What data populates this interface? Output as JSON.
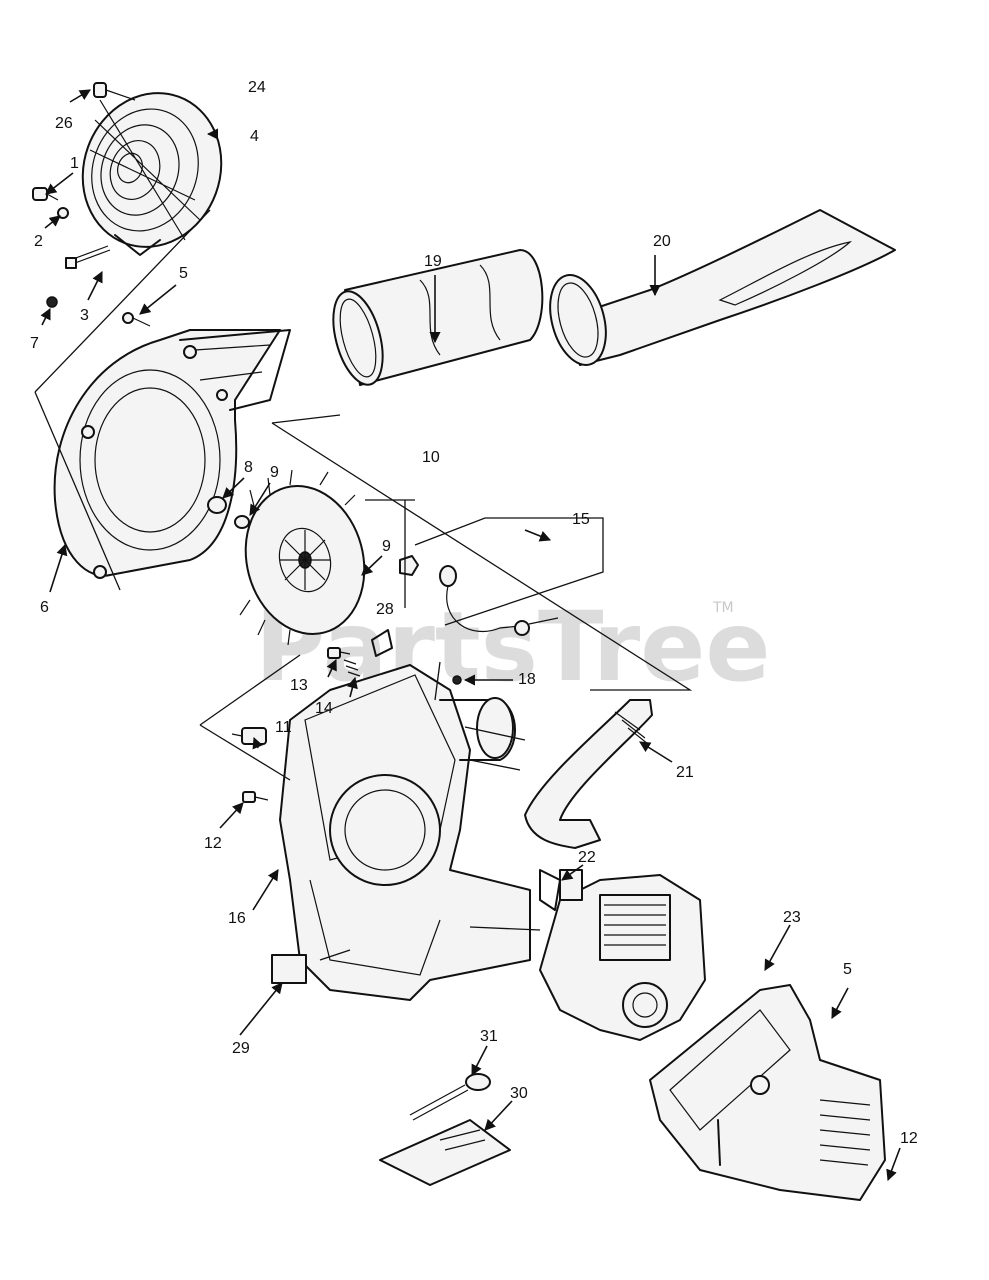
{
  "watermark": {
    "text": "PartsTree",
    "trademark": "TM"
  },
  "callouts": {
    "c1": "1",
    "c2": "2",
    "c3": "3",
    "c4": "4",
    "c5a": "5",
    "c5b": "5",
    "c6": "6",
    "c7": "7",
    "c8": "8",
    "c9a": "9",
    "c9b": "9",
    "c10": "10",
    "c11": "11",
    "c12a": "12",
    "c12b": "12",
    "c13": "13",
    "c14": "14",
    "c15": "15",
    "c16": "16",
    "c18": "18",
    "c19": "19",
    "c20": "20",
    "c21": "21",
    "c22": "22",
    "c23": "23",
    "c24": "24",
    "c26": "26",
    "c28": "28",
    "c29": "29",
    "c30": "30",
    "c31": "31"
  }
}
